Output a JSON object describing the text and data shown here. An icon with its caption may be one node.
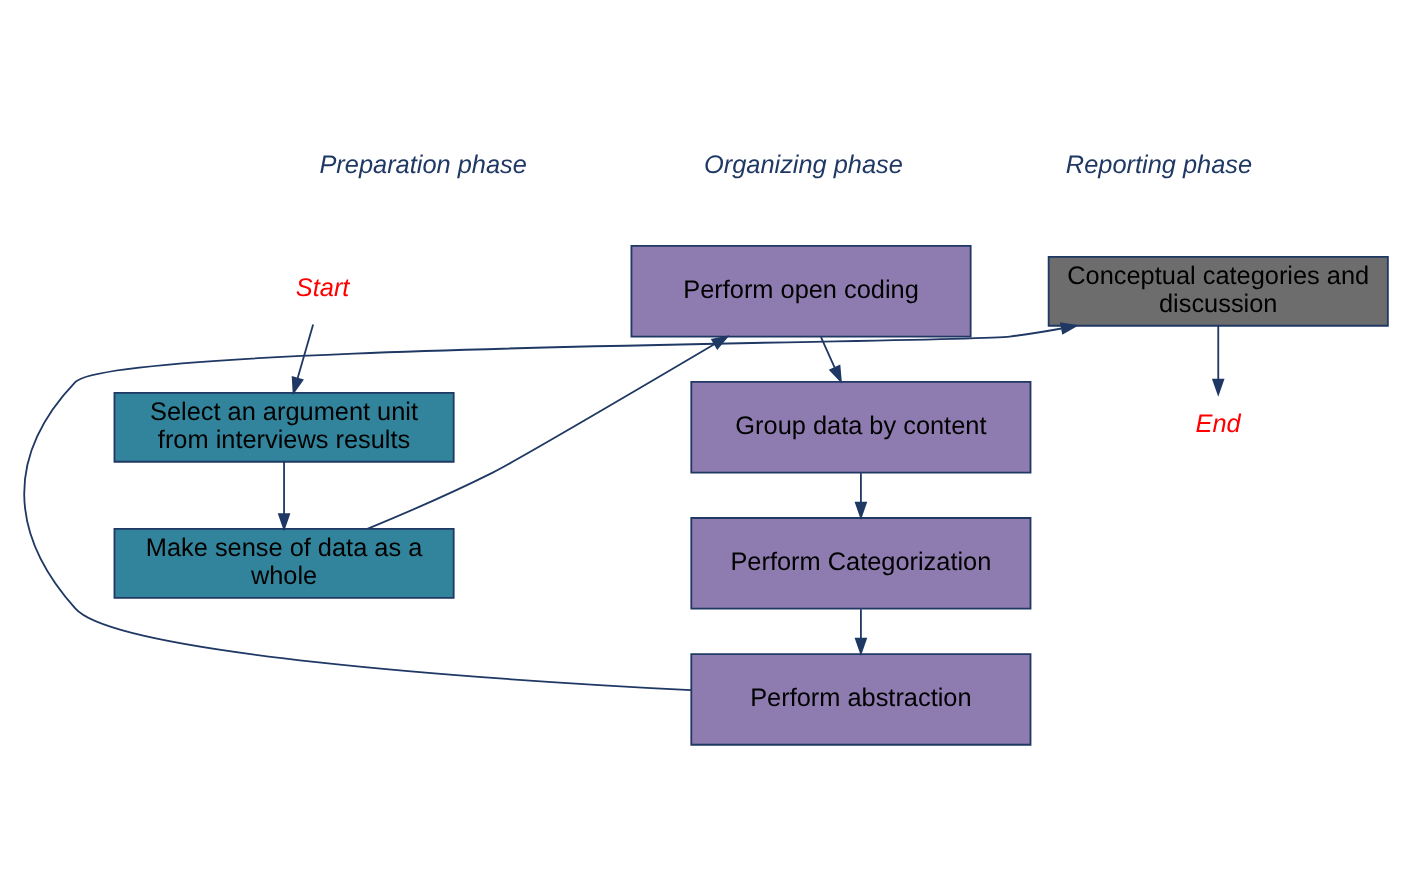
{
  "diagram": {
    "nodes": [
      {
        "text": [
          "Start"
        ]
      },
      {
        "text": [
          "Select an argument unit from interviews results"
        ]
      },
      {
        "text": [
          "Make sense of data as a whole"
        ]
      },
      {
        "text": [
          "Perform open coding"
        ]
      },
      {
        "text": [
          "Group data by content"
        ]
      },
      {
        "text": [
          "Perform Categorization"
        ]
      },
      {
        "text": [
          "Perform abstraction"
        ]
      },
      {
        "text": [
          "Conceptual categories and discussion"
        ]
      },
      {
        "text": [
          "End"
        ]
      }
    ],
    "edges": [
      {
        "from": 0,
        "to": 1,
        "arrow": "to"
      },
      {
        "from": 1,
        "to": 2,
        "arrow": "to"
      },
      {
        "from": 2,
        "to": 3,
        "arrow": "to"
      },
      {
        "from": 3,
        "to": 4,
        "arrow": "to"
      },
      {
        "from": 4,
        "to": 5,
        "arrow": "to"
      },
      {
        "from": 5,
        "to": 6,
        "arrow": "to"
      },
      {
        "from": 6,
        "to": 7,
        "arrow": "to"
      },
      {
        "from": 7,
        "to": 8,
        "arrow": "to"
      }
    ],
    "labels": [
      "Preparation phase",
      "Organizing phase",
      "Reporting phase"
    ]
  }
}
